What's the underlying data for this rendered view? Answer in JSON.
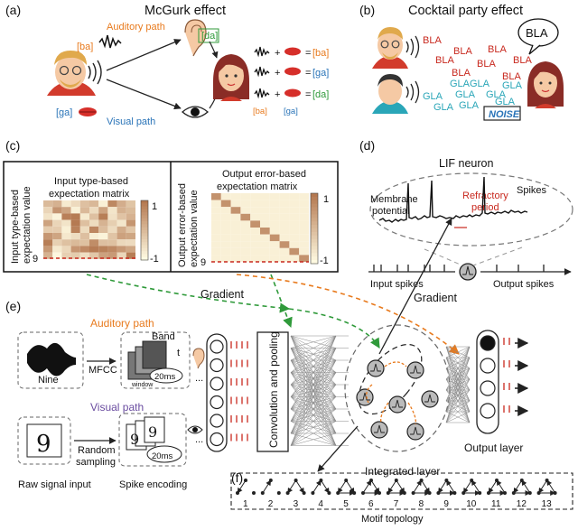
{
  "panels": {
    "a": {
      "tag": "(a)",
      "title": "McGurk effect",
      "auditory_path": "Auditory path",
      "visual_path": "Visual path",
      "ba": "[ba]",
      "ga": "[ga]",
      "da": "[da]",
      "eq_rows": [
        {
          "result": "[ba]"
        },
        {
          "result": "[ga]"
        },
        {
          "result": "[da]"
        }
      ],
      "eq_bottom_left": "[ba]",
      "eq_bottom_right": "[ga]",
      "plus": "+",
      "equals": "="
    },
    "b": {
      "tag": "(b)",
      "title": "Cocktail party effect",
      "bubble": "BLA",
      "bla_words": [
        "BLA",
        "BLA",
        "BLA",
        "BLA",
        "BLA",
        "BLA",
        "BLA",
        "BLA"
      ],
      "gla_words": [
        "GLA",
        "GLA",
        "GLA",
        "GLA",
        "GLA",
        "GLA",
        "GLA",
        "GLA",
        "GLA"
      ],
      "noise": "NOISE"
    },
    "c": {
      "tag": "(c)",
      "left_ylabel_1": "Input type-based",
      "left_ylabel_2": "expectation value",
      "left_title_1": "Input type-based",
      "left_title_2": "expectation matrix",
      "left_row": "9",
      "right_ylabel_1": "Output error-based",
      "right_ylabel_2": "expectation value",
      "right_title_1": "Output error-based",
      "right_title_2": "expectation matrix",
      "right_row": "9",
      "cb_max": "1",
      "cb_min": "-1"
    },
    "d": {
      "tag": "(d)",
      "title": "LIF neuron",
      "membrane_1": "Membrane",
      "membrane_2": "potential",
      "refractory_1": "Refractory",
      "refractory_2": "period",
      "spikes": "Spikes",
      "input_spikes": "Input spikes",
      "output_spikes": "Output spikes"
    },
    "e": {
      "tag": "(e)",
      "gradient_1": "Gradient",
      "gradient_2": "Gradient",
      "auditory_path": "Auditory path",
      "visual_path": "Visual path",
      "nine": "Nine",
      "mfcc": "MFCC",
      "band": "Band",
      "t": "t",
      "window": "window",
      "ms_1": "20ms",
      "ms_2": "20ms",
      "random_1": "Random",
      "random_2": "sampling",
      "raw_input": "Raw signal input",
      "spike_encoding": "Spike encoding",
      "conv": "Convolution and pooling",
      "integrated": "Integrated layer",
      "output_layer": "Output layer",
      "dots": "..."
    },
    "f": {
      "tag": "(f)",
      "caption": "Motif topology",
      "numbers": [
        "1",
        "2",
        "3",
        "4",
        "5",
        "6",
        "7",
        "8",
        "9",
        "10",
        "11",
        "12",
        "13"
      ]
    }
  },
  "colors": {
    "orange": "#e87a1d",
    "blue": "#2a74b8",
    "green": "#2f9a3a",
    "red": "#c8281e",
    "teal": "#2aa6b8"
  }
}
